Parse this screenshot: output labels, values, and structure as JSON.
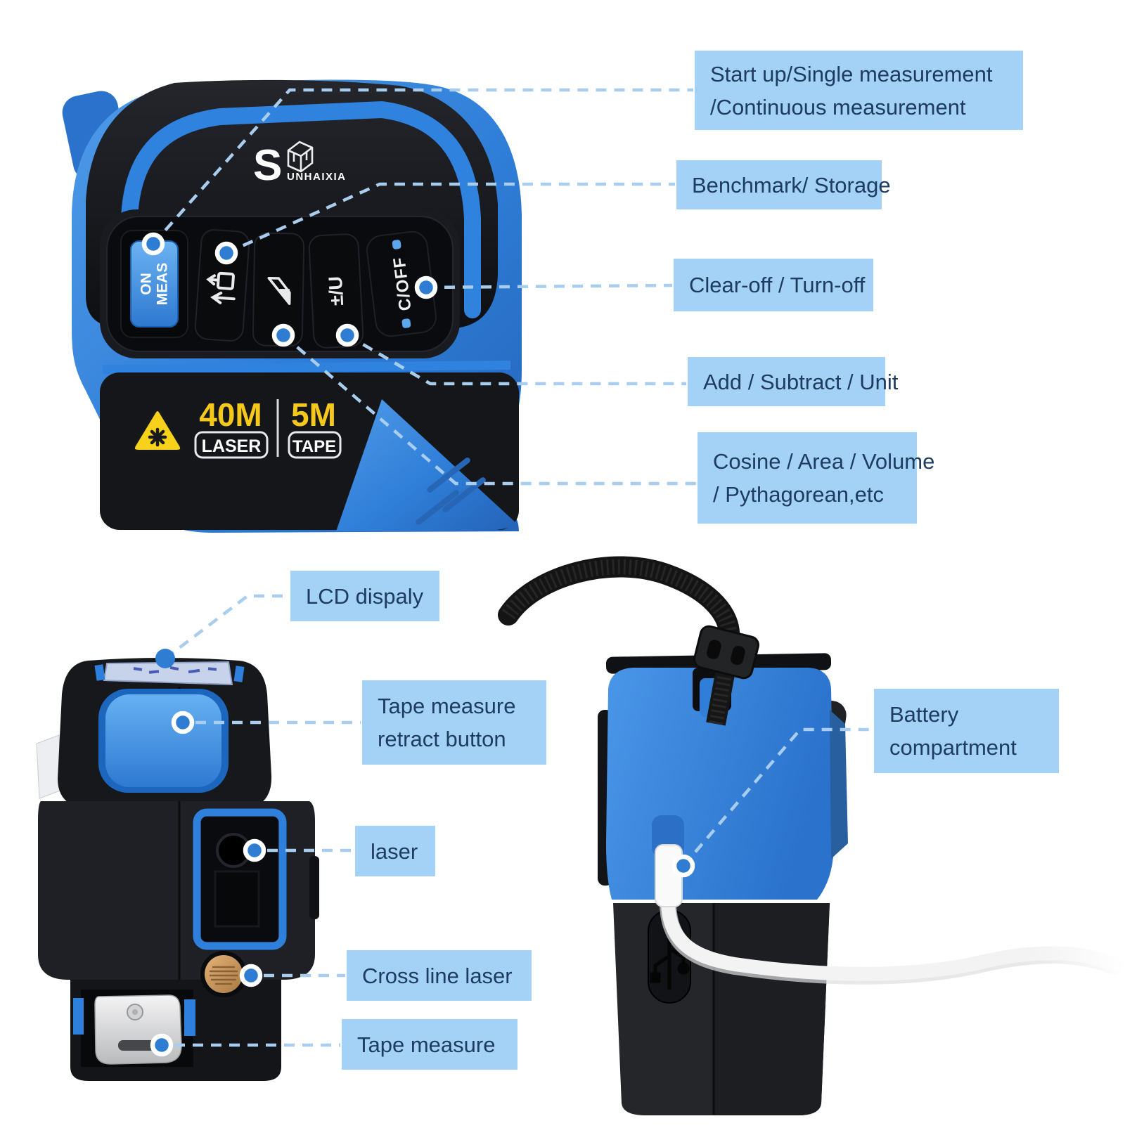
{
  "colors": {
    "accent_blue": "#2f80dc",
    "key_blue": "#4da0e8",
    "label_bg": "#a3d2f6",
    "label_text": "#1d3c60",
    "connector": "#a9cdee",
    "dot_blue": "#2f7dd2",
    "marking_yellow": "#f5c81a"
  },
  "brand": {
    "logo_s": "S",
    "logo_name": "UNHAIXIA"
  },
  "front_device": {
    "buttons": {
      "power_line1": "ON",
      "power_line2": "MEAS",
      "plus_minus_unit": "±/U",
      "clear_off": "C/OFF"
    },
    "markings": {
      "laser_range": "40M",
      "laser_label": "LASER",
      "tape_range": "5M",
      "tape_label": "TAPE"
    }
  },
  "callouts": {
    "start_up": [
      "Start up/Single measurement",
      "/Continuous measurement"
    ],
    "benchmark": [
      "Benchmark/ Storage"
    ],
    "clear_off": [
      "Clear-off / Turn-off"
    ],
    "add_subtract": [
      "Add / Subtract / Unit"
    ],
    "cosine": [
      "Cosine / Area / Volume",
      "/ Pythagorean,etc"
    ],
    "lcd": [
      "LCD dispaly"
    ],
    "retract": [
      "Tape measure",
      "retract button"
    ],
    "laser": [
      "laser"
    ],
    "cross_line": [
      "Cross line laser"
    ],
    "tape_measure": [
      "Tape measure"
    ],
    "battery": [
      "Battery",
      "compartment"
    ]
  }
}
